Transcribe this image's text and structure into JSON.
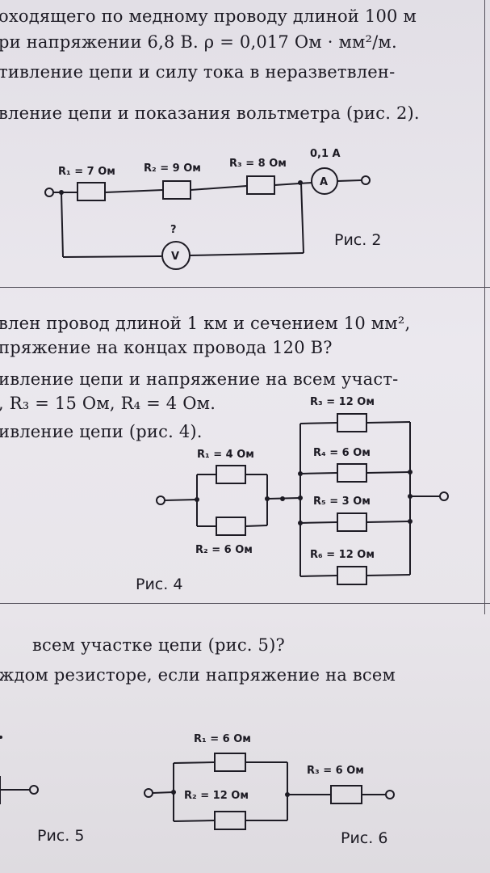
{
  "problem1": {
    "line1": "оходящего по медному проводу длиной 100 м",
    "line2": "ри напряжении 6,8 В. ρ = 0,017 Ом · мм²/м.",
    "line3": "тивление цепи и силу тока в неразветвлен-"
  },
  "problem2": {
    "line1": "вление цепи и показания вольтметра (рис. 2)."
  },
  "fig2": {
    "caption": "Рис. 2",
    "r1": "R₁ = 7 Ом",
    "r2": "R₂ = 9 Ом",
    "r3": "R₃ = 8 Ом",
    "ammeter_reading": "0,1 А",
    "ammeter_symbol": "A",
    "voltmeter_reading": "?",
    "voltmeter_symbol": "V"
  },
  "problem3": {
    "line1": "влен провод длиной 1 км и сечением 10 мм²,",
    "line2": "пряжение на концах провода 120 В?"
  },
  "problem4": {
    "line1": "ивление цепи и напряжение на всем участ-",
    "line2": ", R₃ = 15 Ом, R₄ = 4 Ом.",
    "line3": "ивление цепи (рис. 4)."
  },
  "fig4": {
    "caption": "Рис. 4",
    "r1": "R₁ = 4 Ом",
    "r2": "R₂ = 6 Ом",
    "r3": "R₃ = 12 Ом",
    "r4": "R₄ = 6 Ом",
    "r5": "R₅ = 3 Ом",
    "r6": "R₆ = 12 Ом"
  },
  "problem5": {
    "line1": "всем участке цепи (рис. 5)?",
    "line2": "ждом резисторе, если напряжение на всем"
  },
  "fig5": {
    "caption": "Рис. 5"
  },
  "fig6": {
    "caption": "Рис. 6",
    "r1": "R₁ = 6 Ом",
    "r2": "R₂ = 12 Ом",
    "r3": "R₃ = 6 Ом"
  }
}
